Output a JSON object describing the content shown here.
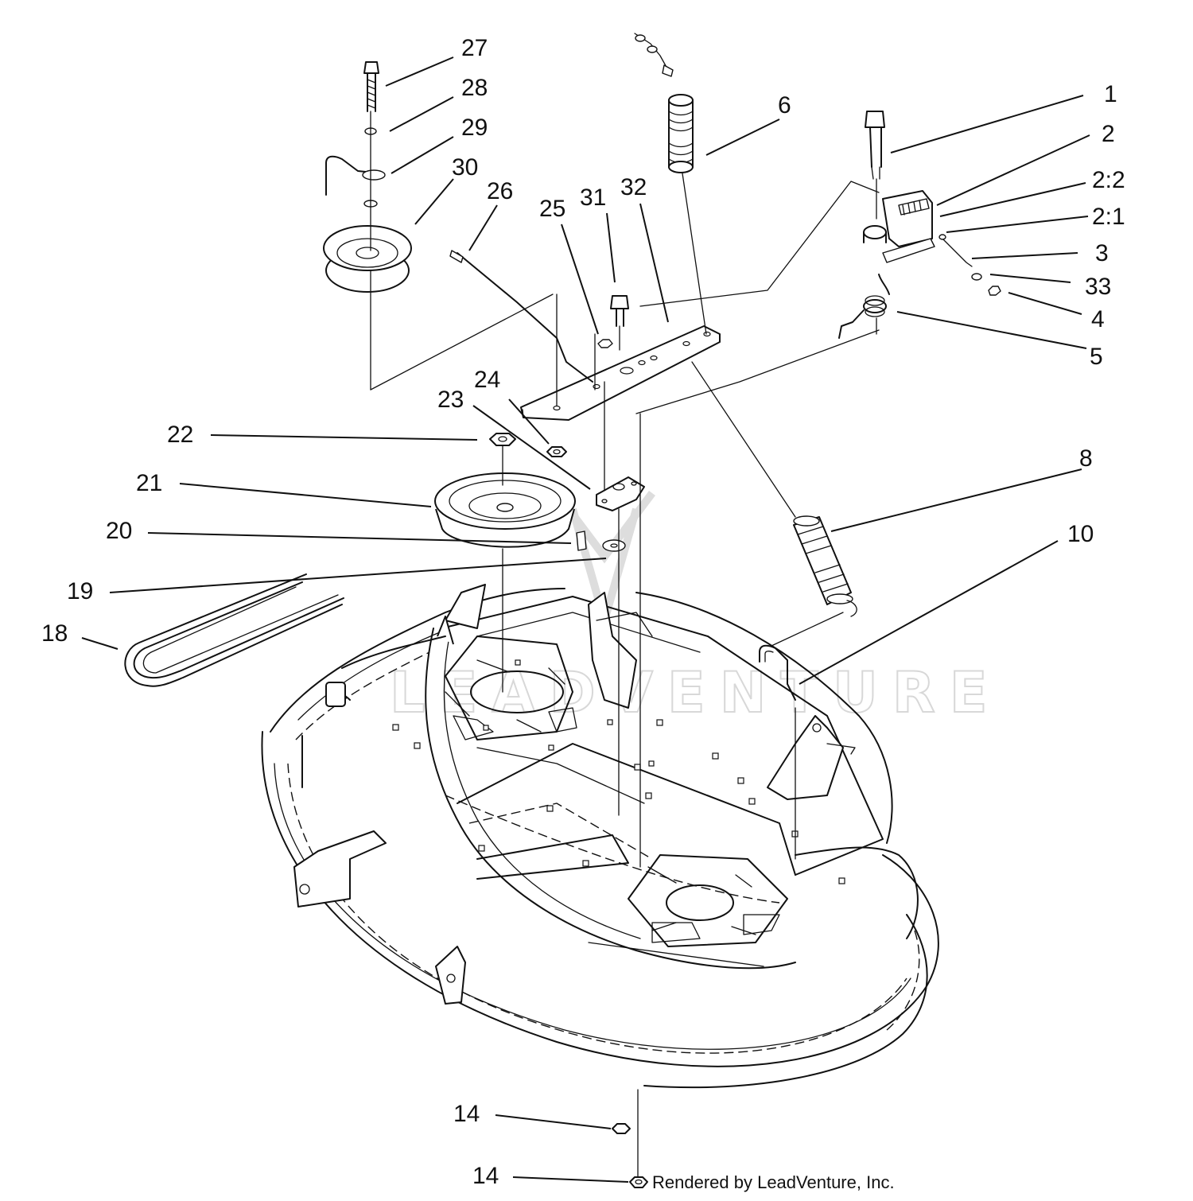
{
  "callouts": {
    "c27": "27",
    "c28": "28",
    "c29": "29",
    "c30": "30",
    "c26": "26",
    "c25": "25",
    "c31": "31",
    "c32": "32",
    "c6": "6",
    "c1": "1",
    "c2": "2",
    "c2_2": "2:2",
    "c2_1": "2:1",
    "c3": "3",
    "c33": "33",
    "c4": "4",
    "c5": "5",
    "c24": "24",
    "c23": "23",
    "c22": "22",
    "c21": "21",
    "c20": "20",
    "c19": "19",
    "c18": "18",
    "c8": "8",
    "c10": "10",
    "c14a": "14",
    "c14b": "14"
  },
  "credit": "Rendered by LeadVenture, Inc.",
  "watermark": "LEADVENTURE"
}
